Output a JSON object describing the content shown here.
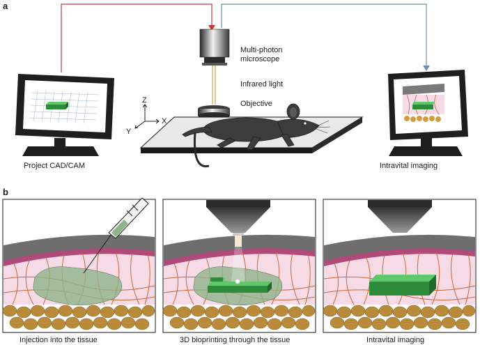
{
  "panels": {
    "a": "a",
    "b": "b"
  },
  "labels": {
    "microscope_line1": "Multi-photon",
    "microscope_line2": "microscope",
    "infrared": "Infrared light",
    "objective": "Objective",
    "project": "Project CAD/CAM",
    "intravital_a": "Intravital imaging",
    "axis_z": "Z",
    "axis_x": "X",
    "axis_y": "Y"
  },
  "captions": {
    "b1": "Injection into the tissue",
    "b2": "3D bioprinting through the tissue",
    "b3": "Intravital imaging"
  },
  "colors": {
    "red_line": "#c8323c",
    "blue_line": "#6e8cb4",
    "laser": "#d2a046",
    "bioink": "#8fb48c",
    "print": "#2e8b3a",
    "skin": "#6e6e6e",
    "tissue": "#f6dbe6",
    "fibers": "#c8663a",
    "fat": "#b98a3a"
  }
}
